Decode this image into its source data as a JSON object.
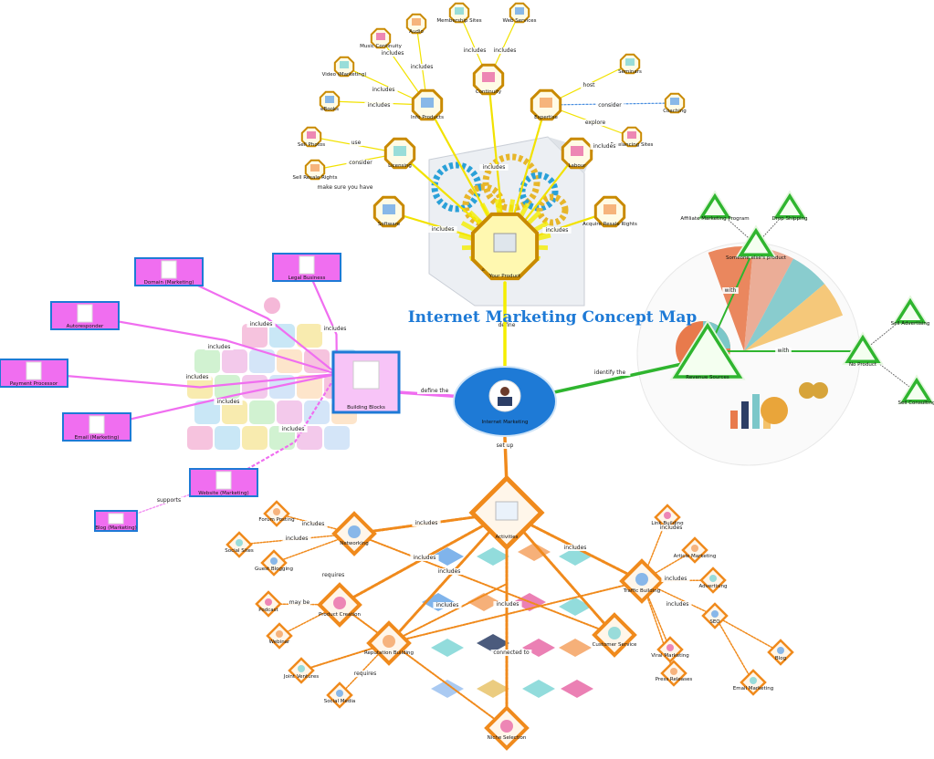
{
  "title": "Internet Marketing Concept Map",
  "center": {
    "label": "Internet Marketing",
    "color": "#1e7ad6"
  },
  "product": {
    "root": "Your Product",
    "nodes": [
      "Info Products",
      "Continuity",
      "Expertise",
      "Licensing",
      "Software",
      "Labour",
      "Acquire Resale Rights",
      "Video (Marketing)",
      "eBooks",
      "Music Continuity",
      "Audio",
      "Membership Sites",
      "Web Services",
      "Sell Photos",
      "Sell Resale Rights",
      "Seminars",
      "Coaching",
      "Freelancing Sites"
    ],
    "edge_labels": {
      "includes": "includes",
      "use": "use",
      "consider": "consider",
      "make_sure": "make sure you have",
      "explore": "explore",
      "host": "host",
      "define": "define"
    }
  },
  "blocks": {
    "root": "Building Blocks",
    "nodes": [
      "Domain (Marketing)",
      "Legal Business",
      "Autoresponder",
      "Payment Processor",
      "Email (Marketing)",
      "Website (Marketing)",
      "Blog (Marketing)"
    ],
    "edge_labels": {
      "includes": "includes",
      "define": "define the",
      "supports": "supports"
    }
  },
  "revenue": {
    "root": "Revenue Sources",
    "nodes": [
      "Someone else's product",
      "No Product",
      "Affiliate Marketing Program",
      "Drop Shipping",
      "Sell Advertising",
      "Sell Consulting"
    ],
    "edge_labels": {
      "identify": "identify the",
      "with": "with",
      "with2": "with"
    }
  },
  "activities": {
    "root": "Activities",
    "nodes": [
      "Networking",
      "Product Creation",
      "Reputation Building",
      "Customer Service",
      "Traffic Building",
      "Niche Selection",
      "Forum Posting",
      "Social Sites",
      "Guest Blogging",
      "Podcast",
      "Webinar",
      "Joint Ventures",
      "Social Media",
      "Link Building",
      "Article Marketing",
      "Advertising",
      "SEO",
      "Viral Marketing",
      "Press Releases",
      "Email Marketing",
      "Blog"
    ],
    "edge_labels": {
      "set_up": "set up",
      "includes": "includes",
      "may_be": "may be",
      "requires": "requires",
      "connected_to": "connected to"
    }
  },
  "colors": {
    "orange": "#f08a1c",
    "magenta": "#f06ef0",
    "blue": "#1e7ad6",
    "green": "#2fb52f",
    "yellow": "#f5ee00",
    "gold": "#c98a00"
  }
}
